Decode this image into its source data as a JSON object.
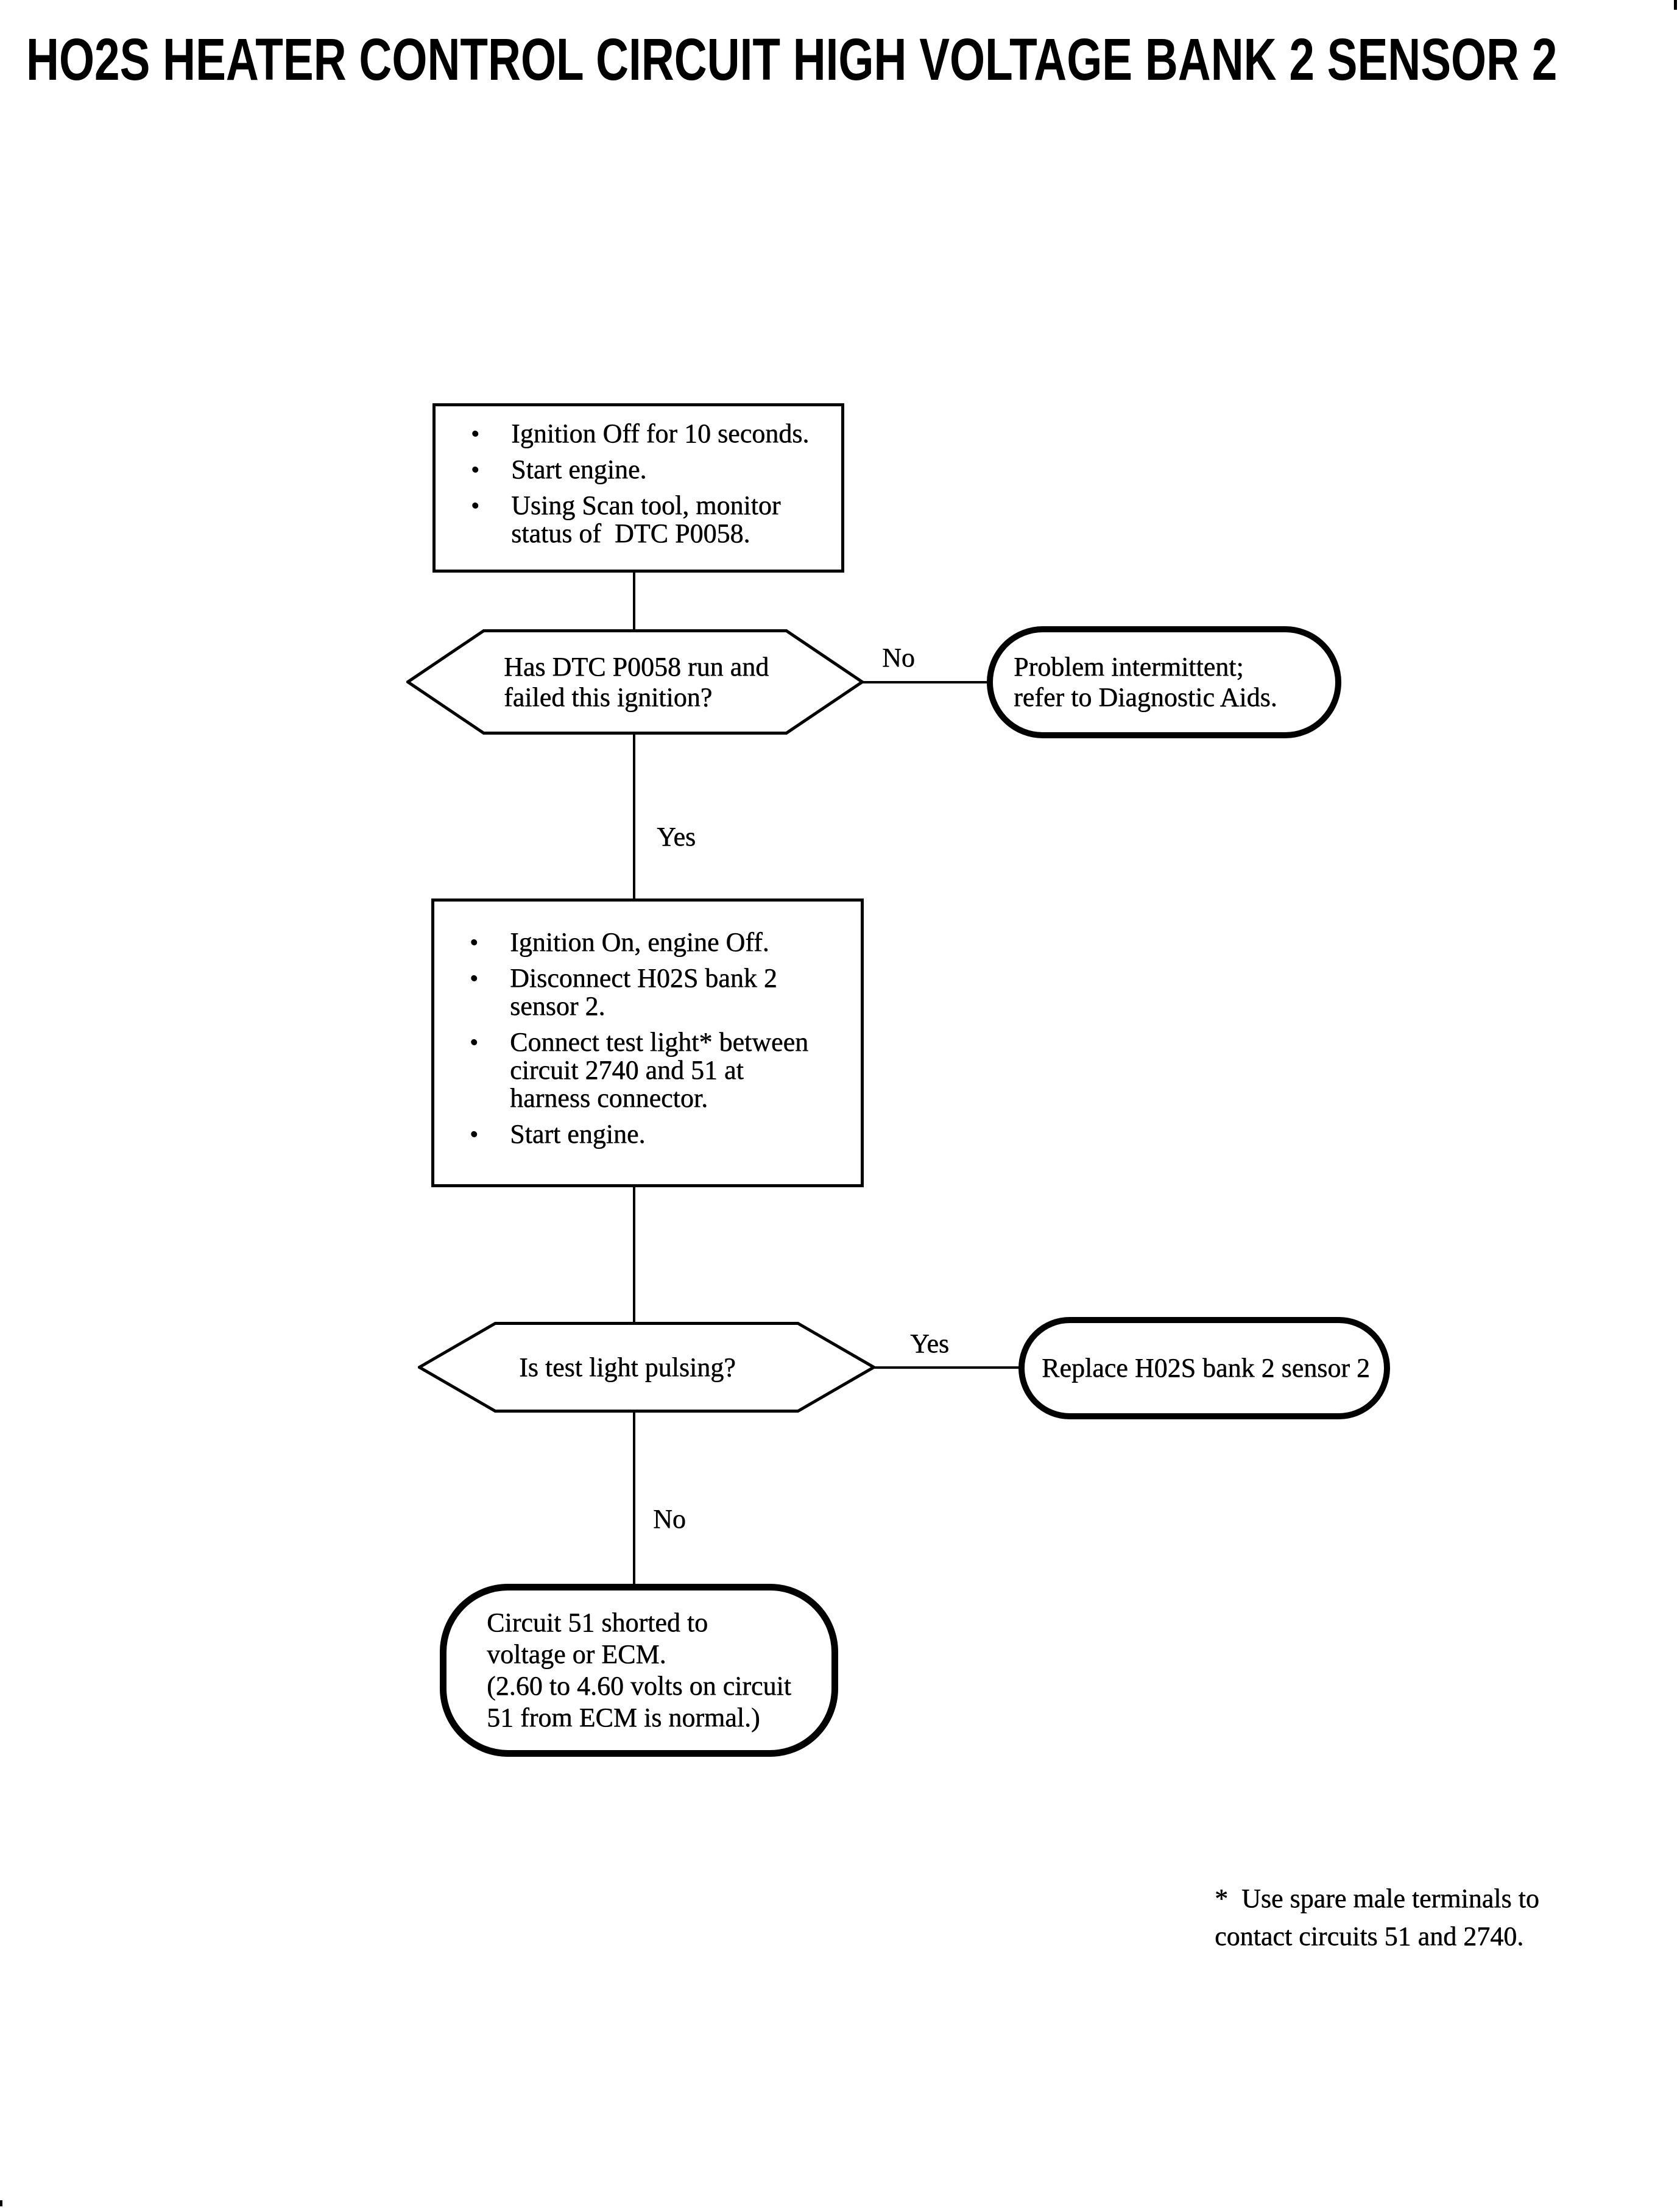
{
  "title": "HO2S HEATER CONTROL CIRCUIT HIGH VOLTAGE BANK 2 SENSOR 2",
  "colors": {
    "ink": "#000000",
    "paper": "#ffffff"
  },
  "flowchart": {
    "step1": {
      "bullet_glyph": "•",
      "bullets": [
        "Ignition Off for 10 seconds.",
        "Start engine.",
        "Using Scan tool, monitor\nstatus of  DTC P0058."
      ]
    },
    "decision1": {
      "question": "Has DTC P0058 run and\nfailed this ignition?",
      "no_label": "No",
      "yes_label": "Yes",
      "no_result": "Problem intermittent;\nrefer to Diagnostic Aids."
    },
    "step2": {
      "bullet_glyph": "•",
      "bullets": [
        "Ignition On, engine Off.",
        "Disconnect H02S bank 2\nsensor 2.",
        "Connect test light* between\ncircuit 2740 and 51 at\nharness connector.",
        "Start engine."
      ]
    },
    "decision2": {
      "question": "Is test light pulsing?",
      "yes_label": "Yes",
      "no_label": "No",
      "yes_result": "Replace H02S bank 2 sensor 2",
      "no_result": "Circuit 51 shorted to\nvoltage or ECM.\n(2.60 to 4.60 volts on circuit\n51 from ECM is normal.)"
    },
    "footnote": "*  Use spare male terminals to\ncontact circuits 51 and 2740."
  }
}
